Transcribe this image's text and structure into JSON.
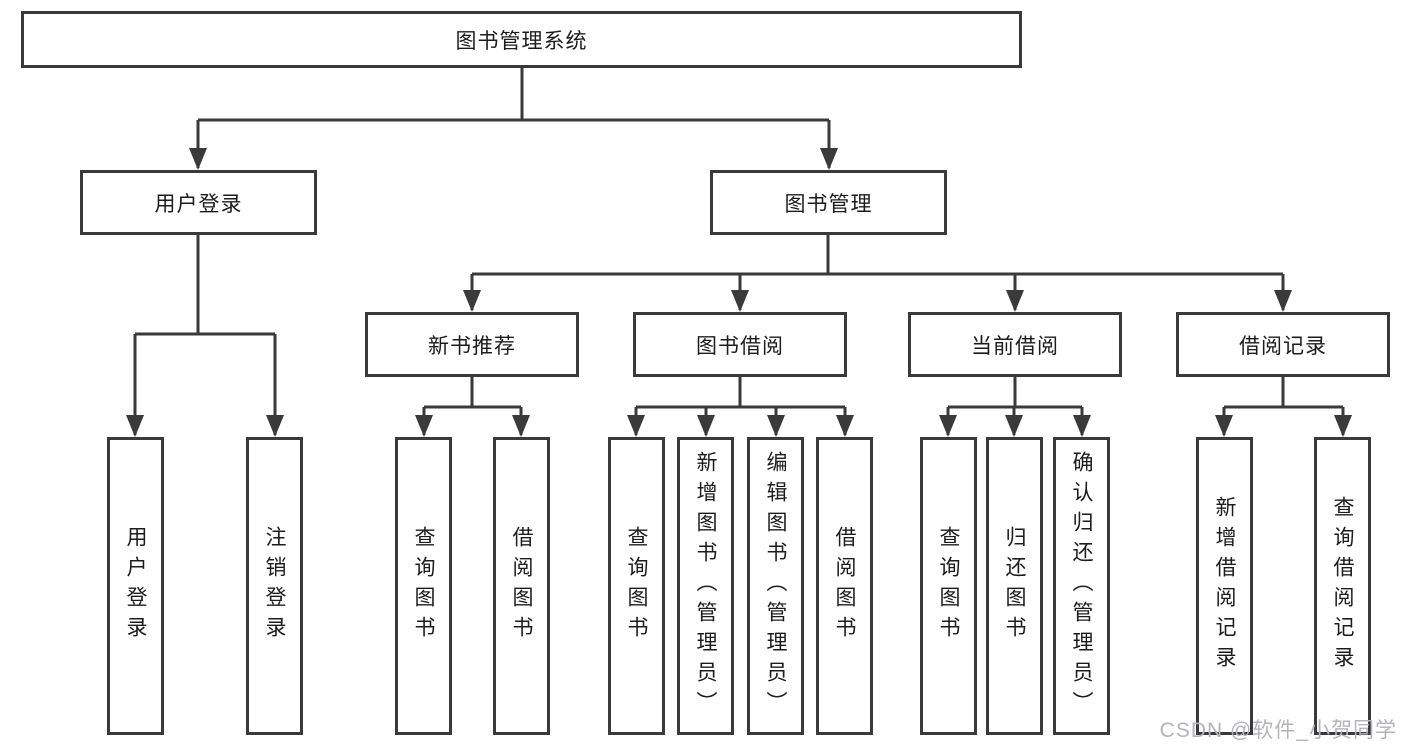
{
  "diagram": {
    "title": "图书管理系统",
    "nodes": {
      "root": "图书管理系统",
      "user_login": "用户登录",
      "book_mgmt": "图书管理",
      "new_books": "新书推荐",
      "book_borrow": "图书借阅",
      "current_borrow": "当前借阅",
      "borrow_records": "借阅记录",
      "leaves": [
        "用户登录",
        "注销登录",
        "查询图书",
        "借阅图书",
        "查询图书",
        "新增图书（管理员）",
        "编辑图书（管理员）",
        "借阅图书",
        "查询图书",
        "归还图书",
        "确认归还（管理员）",
        "新增借阅记录",
        "查询借阅记录"
      ]
    },
    "edges": [
      {
        "from": "图书管理系统",
        "to": [
          "用户登录",
          "图书管理"
        ]
      },
      {
        "from": "用户登录",
        "to": [
          "用户登录",
          "注销登录"
        ]
      },
      {
        "from": "图书管理",
        "to": [
          "新书推荐",
          "图书借阅",
          "当前借阅",
          "借阅记录"
        ]
      },
      {
        "from": "新书推荐",
        "to": [
          "查询图书",
          "借阅图书"
        ]
      },
      {
        "from": "图书借阅",
        "to": [
          "查询图书",
          "新增图书（管理员）",
          "编辑图书（管理员）",
          "借阅图书"
        ]
      },
      {
        "from": "当前借阅",
        "to": [
          "查询图书",
          "归还图书",
          "确认归还（管理员）"
        ]
      },
      {
        "from": "借阅记录",
        "to": [
          "新增借阅记录",
          "查询借阅记录"
        ]
      }
    ]
  },
  "watermark": "CSDN @软件_小贺同学",
  "colors": {
    "line": "#3a3a3a",
    "text": "#1c1c1c",
    "watermark": "#b4b4b9",
    "background": "#ffffff"
  }
}
